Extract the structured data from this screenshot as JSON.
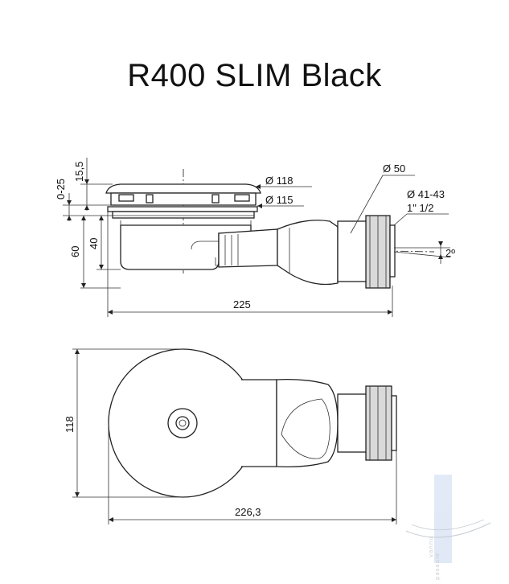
{
  "title": "R400 SLIM Black",
  "side_view": {
    "dim_0_25": "0-25",
    "dim_15_5": "15,5",
    "dim_60": "60",
    "dim_40": "40",
    "dim_d118": "Ø 118",
    "dim_d115": "Ø 115",
    "dim_d50": "Ø 50",
    "dim_d41_43": "Ø 41-43",
    "dim_thread": "1\" 1/2",
    "dim_angle": "2º",
    "dim_225": "225"
  },
  "top_view": {
    "dim_118": "118",
    "dim_226_3": "226,3"
  },
  "watermark": {
    "line1": "vannu",
    "line2": "pasaule"
  }
}
